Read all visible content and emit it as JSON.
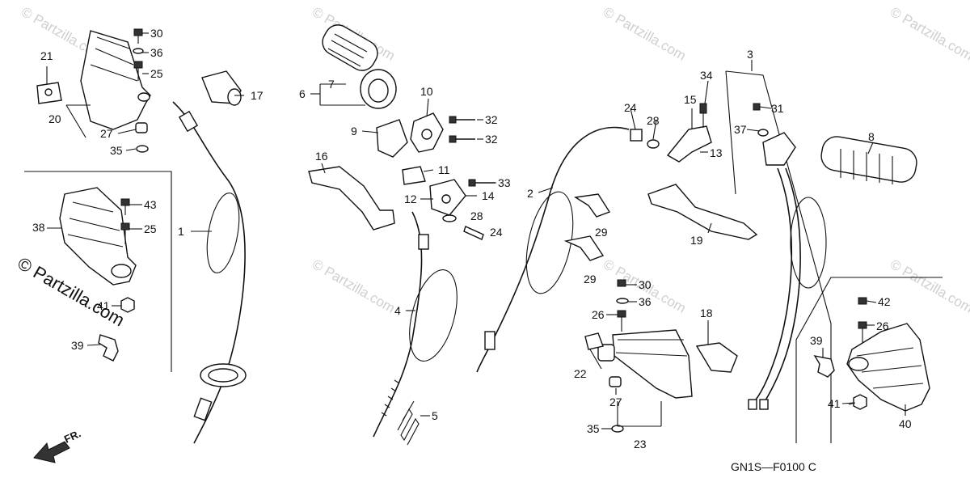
{
  "diagram": {
    "drawing_code": "GN1S—F0100 C",
    "front_arrow_label": "FR.",
    "watermark_text": "© Partzilla.com",
    "callouts": {
      "c1": "1",
      "c2": "2",
      "c3": "3",
      "c4": "4",
      "c5": "5",
      "c6": "6",
      "c7": "7",
      "c8": "8",
      "c9": "9",
      "c10": "10",
      "c11": "11",
      "c12": "12",
      "c13": "13",
      "c14": "14",
      "c15": "15",
      "c16": "16",
      "c17": "17",
      "c18": "18",
      "c19": "19",
      "c20": "20",
      "c21": "21",
      "c22": "22",
      "c23": "23",
      "c24a": "24",
      "c24b": "24",
      "c25a": "25",
      "c25b": "25",
      "c26a": "26",
      "c26b": "26",
      "c27a": "27",
      "c27b": "27",
      "c28a": "28",
      "c28b": "28",
      "c29a": "29",
      "c29b": "29",
      "c30a": "30",
      "c30b": "30",
      "c31": "31",
      "c32a": "32",
      "c32b": "32",
      "c33": "33",
      "c34": "34",
      "c35a": "35",
      "c35b": "35",
      "c36a": "36",
      "c36b": "36",
      "c37": "37",
      "c38": "38",
      "c39a": "39",
      "c39b": "39",
      "c40": "40",
      "c41a": "41",
      "c41b": "41",
      "c42": "42",
      "c43": "43"
    }
  }
}
